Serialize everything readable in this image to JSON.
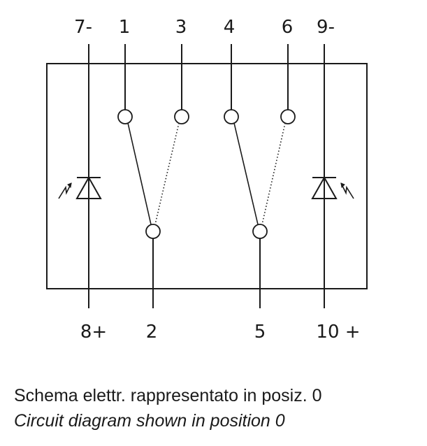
{
  "diagram": {
    "top_pins": [
      "7-",
      "1",
      "3",
      "4",
      "6",
      "9-"
    ],
    "bottom_pins": [
      "8+",
      "2",
      "5",
      "10 +"
    ],
    "colors": {
      "line": "#1a1a1a",
      "background": "#ffffff"
    },
    "icons": [
      "led-left-icon",
      "led-right-icon",
      "light-emission-arrow-icon"
    ]
  },
  "caption": {
    "line_it": "Schema elettr. rappresentato in posiz. 0",
    "line_en": "Circuit diagram shown in position 0"
  }
}
